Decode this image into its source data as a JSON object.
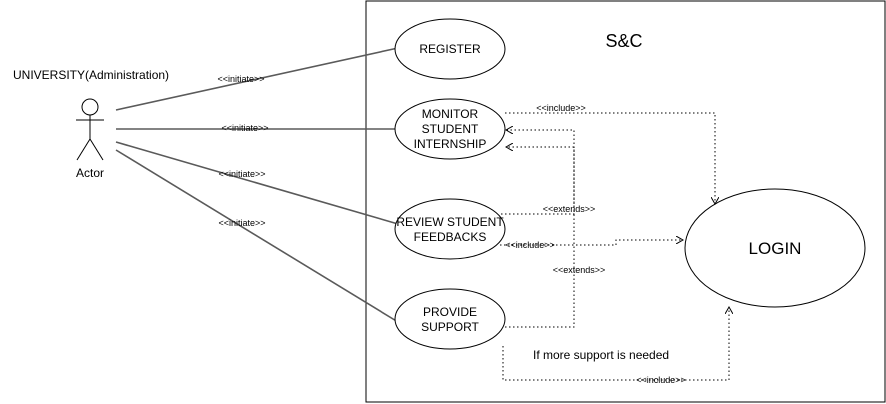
{
  "system": {
    "title": "S&C"
  },
  "actor": {
    "role": "UNIVERSITY(Administration)",
    "label": "Actor"
  },
  "use_cases": {
    "register": [
      "REGISTER"
    ],
    "monitor": [
      "MONITOR",
      "STUDENT",
      "INTERNSHIP"
    ],
    "review": [
      "REVIEW STUDENT",
      "FEEDBACKS"
    ],
    "support": [
      "PROVIDE",
      "SUPPORT"
    ],
    "login": [
      "LOGIN"
    ]
  },
  "relations": {
    "initiate": "<<initiate>>",
    "include": "<<include>>",
    "extends": "<<extends>>"
  },
  "notes": {
    "more_support": "If more support is needed"
  },
  "colors": {
    "line": "#000000",
    "actor_line": "#5a5a5a",
    "background": "#ffffff"
  }
}
